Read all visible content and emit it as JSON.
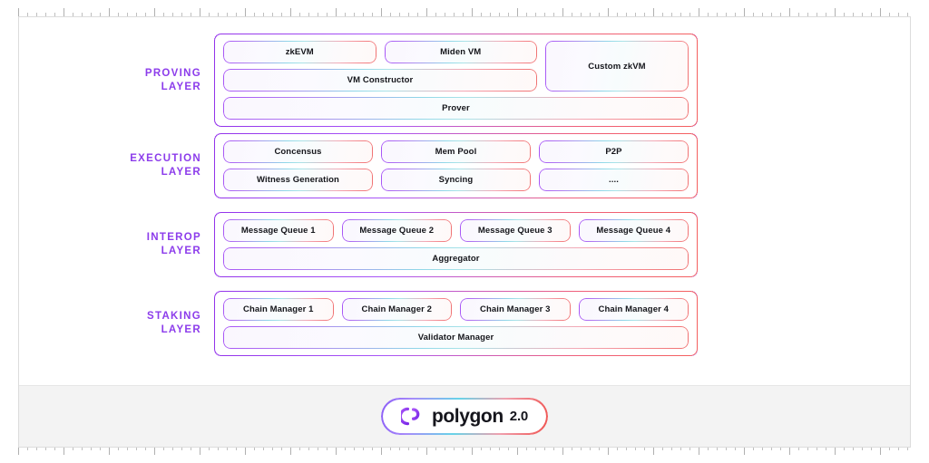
{
  "footer": {
    "logo_icon": "polygon-logo-mark",
    "brand": "polygon",
    "version": "2.0"
  },
  "layers": [
    {
      "id": "proving",
      "label_line1": "PROVING",
      "label_line2": "LAYER",
      "rows": [
        [
          "zkEVM",
          "Miden VM"
        ],
        [
          "VM Constructor"
        ],
        [
          "Prover"
        ]
      ],
      "side_box": "Custom zkVM"
    },
    {
      "id": "execution",
      "label_line1": "EXECUTION",
      "label_line2": "LAYER",
      "rows": [
        [
          "Concensus",
          "Mem Pool",
          "P2P"
        ],
        [
          "Witness Generation",
          "Syncing",
          "...."
        ]
      ]
    },
    {
      "id": "interop",
      "label_line1": "INTEROP",
      "label_line2": "LAYER",
      "rows": [
        [
          "Message Queue 1",
          "Message Queue 2",
          "Message Queue 3",
          "Message Queue 4"
        ],
        [
          "Aggregator"
        ]
      ]
    },
    {
      "id": "staking",
      "label_line1": "STAKING",
      "label_line2": "LAYER",
      "rows": [
        [
          "Chain Manager 1",
          "Chain Manager 2",
          "Chain Manager 3",
          "Chain Manager 4"
        ],
        [
          "Validator Manager"
        ]
      ]
    }
  ],
  "colors": {
    "label_purple": "#8c3ceb",
    "border_purple": "#a855f7",
    "border_cyan": "#8fd6e8",
    "border_pink": "#f07272",
    "footer_bg": "#f3f3f3"
  }
}
